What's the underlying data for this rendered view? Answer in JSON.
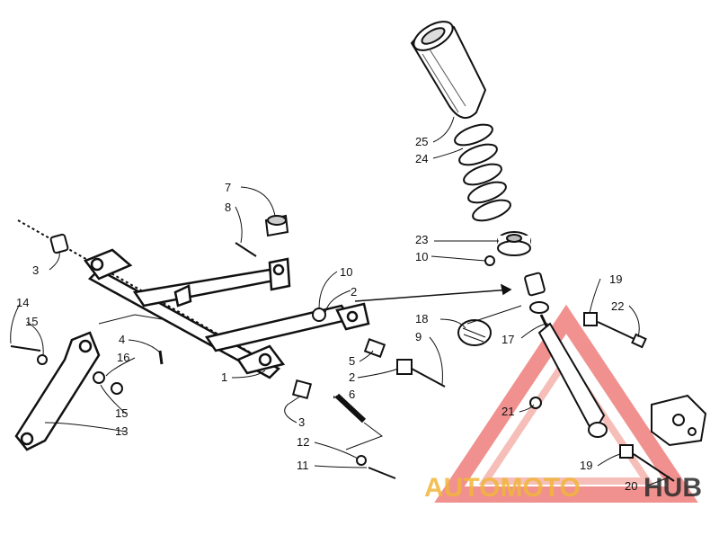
{
  "labels": [
    {
      "id": "n25",
      "text": "25"
    },
    {
      "id": "n24",
      "text": "24"
    },
    {
      "id": "n7",
      "text": "7"
    },
    {
      "id": "n8",
      "text": "8"
    },
    {
      "id": "n23",
      "text": "23"
    },
    {
      "id": "n10a",
      "text": "10"
    },
    {
      "id": "n3a",
      "text": "3"
    },
    {
      "id": "n10b",
      "text": "10"
    },
    {
      "id": "n2a",
      "text": "2"
    },
    {
      "id": "n19a",
      "text": "19"
    },
    {
      "id": "n22",
      "text": "22"
    },
    {
      "id": "n14",
      "text": "14"
    },
    {
      "id": "n15a",
      "text": "15"
    },
    {
      "id": "n18",
      "text": "18"
    },
    {
      "id": "n9",
      "text": "9"
    },
    {
      "id": "n17",
      "text": "17"
    },
    {
      "id": "n4",
      "text": "4"
    },
    {
      "id": "n16",
      "text": "16"
    },
    {
      "id": "n5",
      "text": "5"
    },
    {
      "id": "n2b",
      "text": "2"
    },
    {
      "id": "n1",
      "text": "1"
    },
    {
      "id": "n6",
      "text": "6"
    },
    {
      "id": "n15b",
      "text": "15"
    },
    {
      "id": "n21",
      "text": "21"
    },
    {
      "id": "n3b",
      "text": "3"
    },
    {
      "id": "n13",
      "text": "13"
    },
    {
      "id": "n12",
      "text": "12"
    },
    {
      "id": "n11",
      "text": "11"
    },
    {
      "id": "n19b",
      "text": "19"
    },
    {
      "id": "n20",
      "text": "20"
    }
  ],
  "watermark": {
    "part1": "AUTOMOTO",
    "part2": "HUB",
    "color1": "#f2b63a",
    "color2": "#2b2b2b",
    "triangle_color": "#e53935"
  }
}
